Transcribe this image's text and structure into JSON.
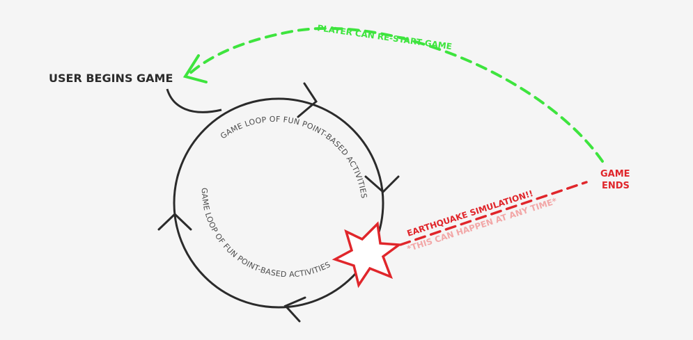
{
  "start_label": "USER BEGINS GAME",
  "restart_label": "PLAYER CAN RE-START GAME",
  "end_label_line1": "GAME",
  "end_label_line2": "ENDS",
  "loop_text": "GAME LOOP OF FUN POINT-BASED ACTIVITIES",
  "event_label": "EARTHQUAKE SIMULATION!!",
  "event_note": "*THIS CAN HAPPEN AT ANY TIME*",
  "colors": {
    "background": "#f5f5f5",
    "loop": "#2b2b2b",
    "restart": "#3ee43e",
    "event": "#e0262b",
    "note": "#f2a7a7"
  },
  "icons": {
    "explosion": "explosion-star-icon",
    "arrowheads": "chevron-arrow-icon"
  }
}
